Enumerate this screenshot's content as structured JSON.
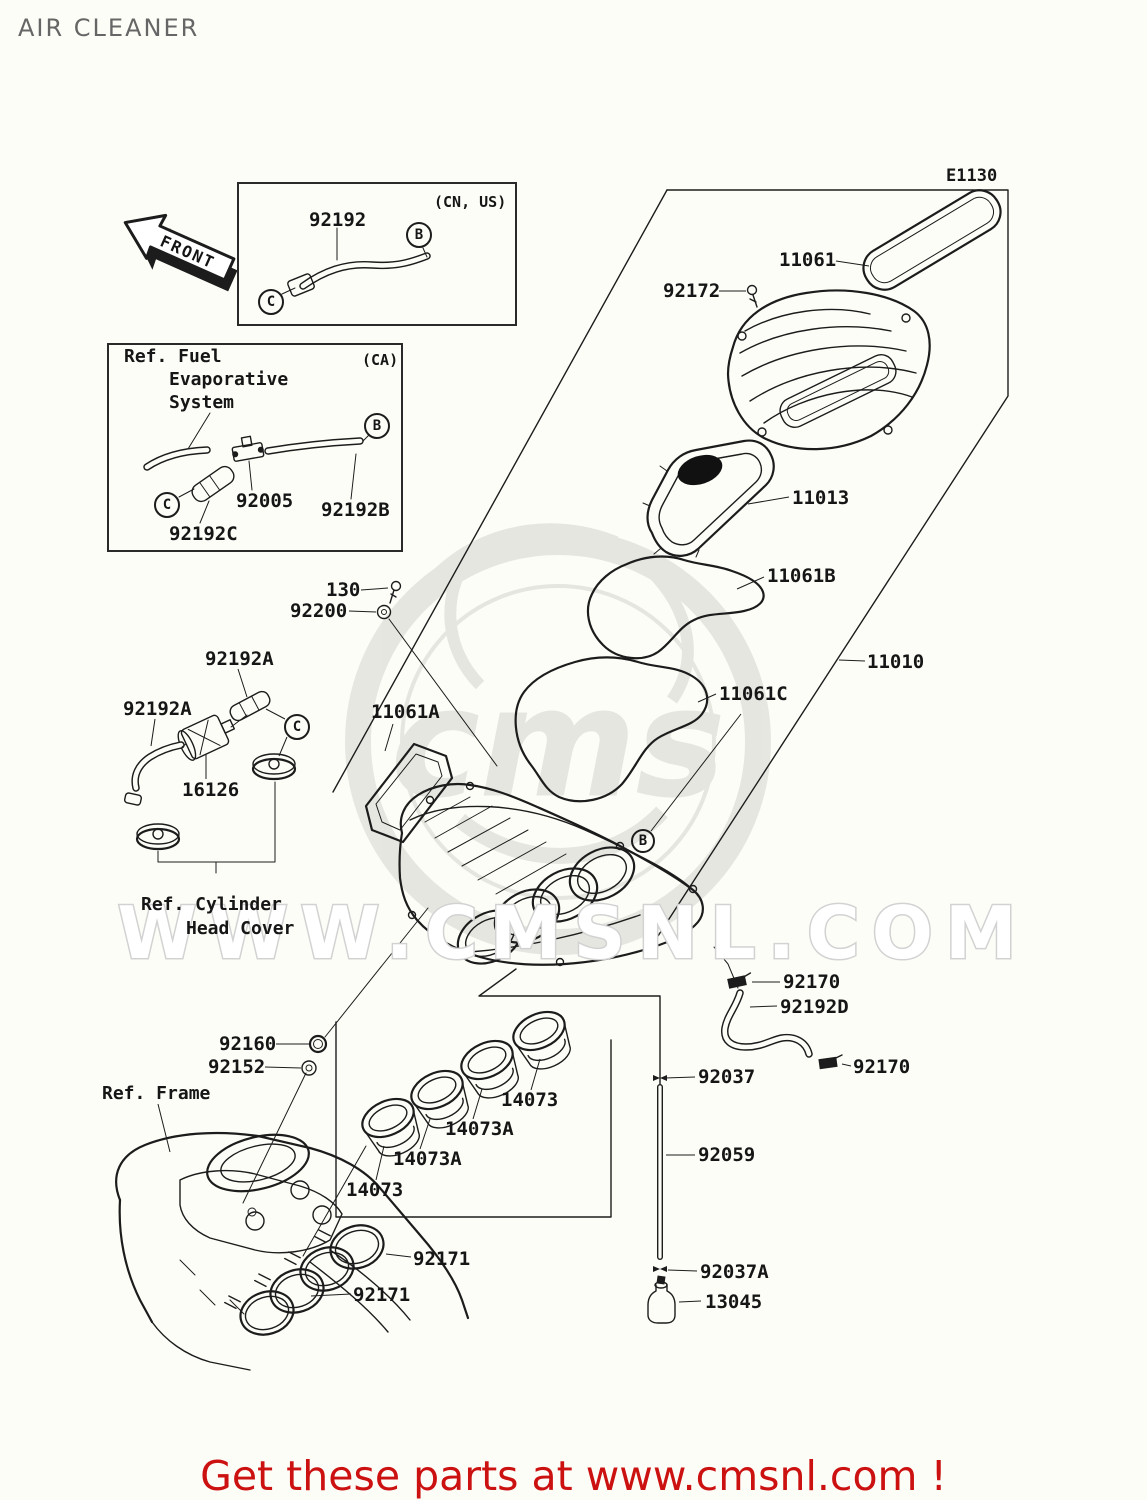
{
  "page": {
    "title": "AIR CLEANER",
    "diagram_code": "E1130",
    "banner": "Get these parts at www.cmsnl.com !",
    "watermark_text": "WWW.CMSNL.COM",
    "watermark_logo": "cms",
    "colors": {
      "background": "#fdfdf8",
      "line": "#1c1c1c",
      "banner_red": "#cc1111",
      "title_gray": "#666666"
    }
  },
  "front_marker": {
    "label": "FRONT"
  },
  "inset_cn_us": {
    "variant": "(CN, US)",
    "part": "92192",
    "connector_b": "B",
    "connector_c": "C"
  },
  "inset_ca": {
    "title_line1": "Ref. Fuel",
    "title_line2": "Evaporative",
    "title_line3": "System",
    "variant": "(CA)",
    "part_fitting": "92005",
    "part_hose_b": "92192B",
    "part_hose_c": "92192C",
    "connector_b": "B",
    "connector_c": "C"
  },
  "connectors": {
    "main_b": "B",
    "valve_c": "C"
  },
  "ref_labels": {
    "cylinder_head_line1": "Ref. Cylinder",
    "cylinder_head_line2": "Head Cover",
    "frame": "Ref. Frame"
  },
  "callouts": [
    "11061",
    "92172",
    "11013",
    "11061B",
    "11010",
    "11061C",
    "11061A",
    "130",
    "92200",
    "92192A",
    "92192A",
    "16126",
    "92160",
    "92152",
    "14073",
    "14073A",
    "14073A",
    "14073",
    "92171",
    "92171",
    "92170",
    "92192D",
    "92170",
    "92037",
    "92059",
    "92037A",
    "13045"
  ]
}
